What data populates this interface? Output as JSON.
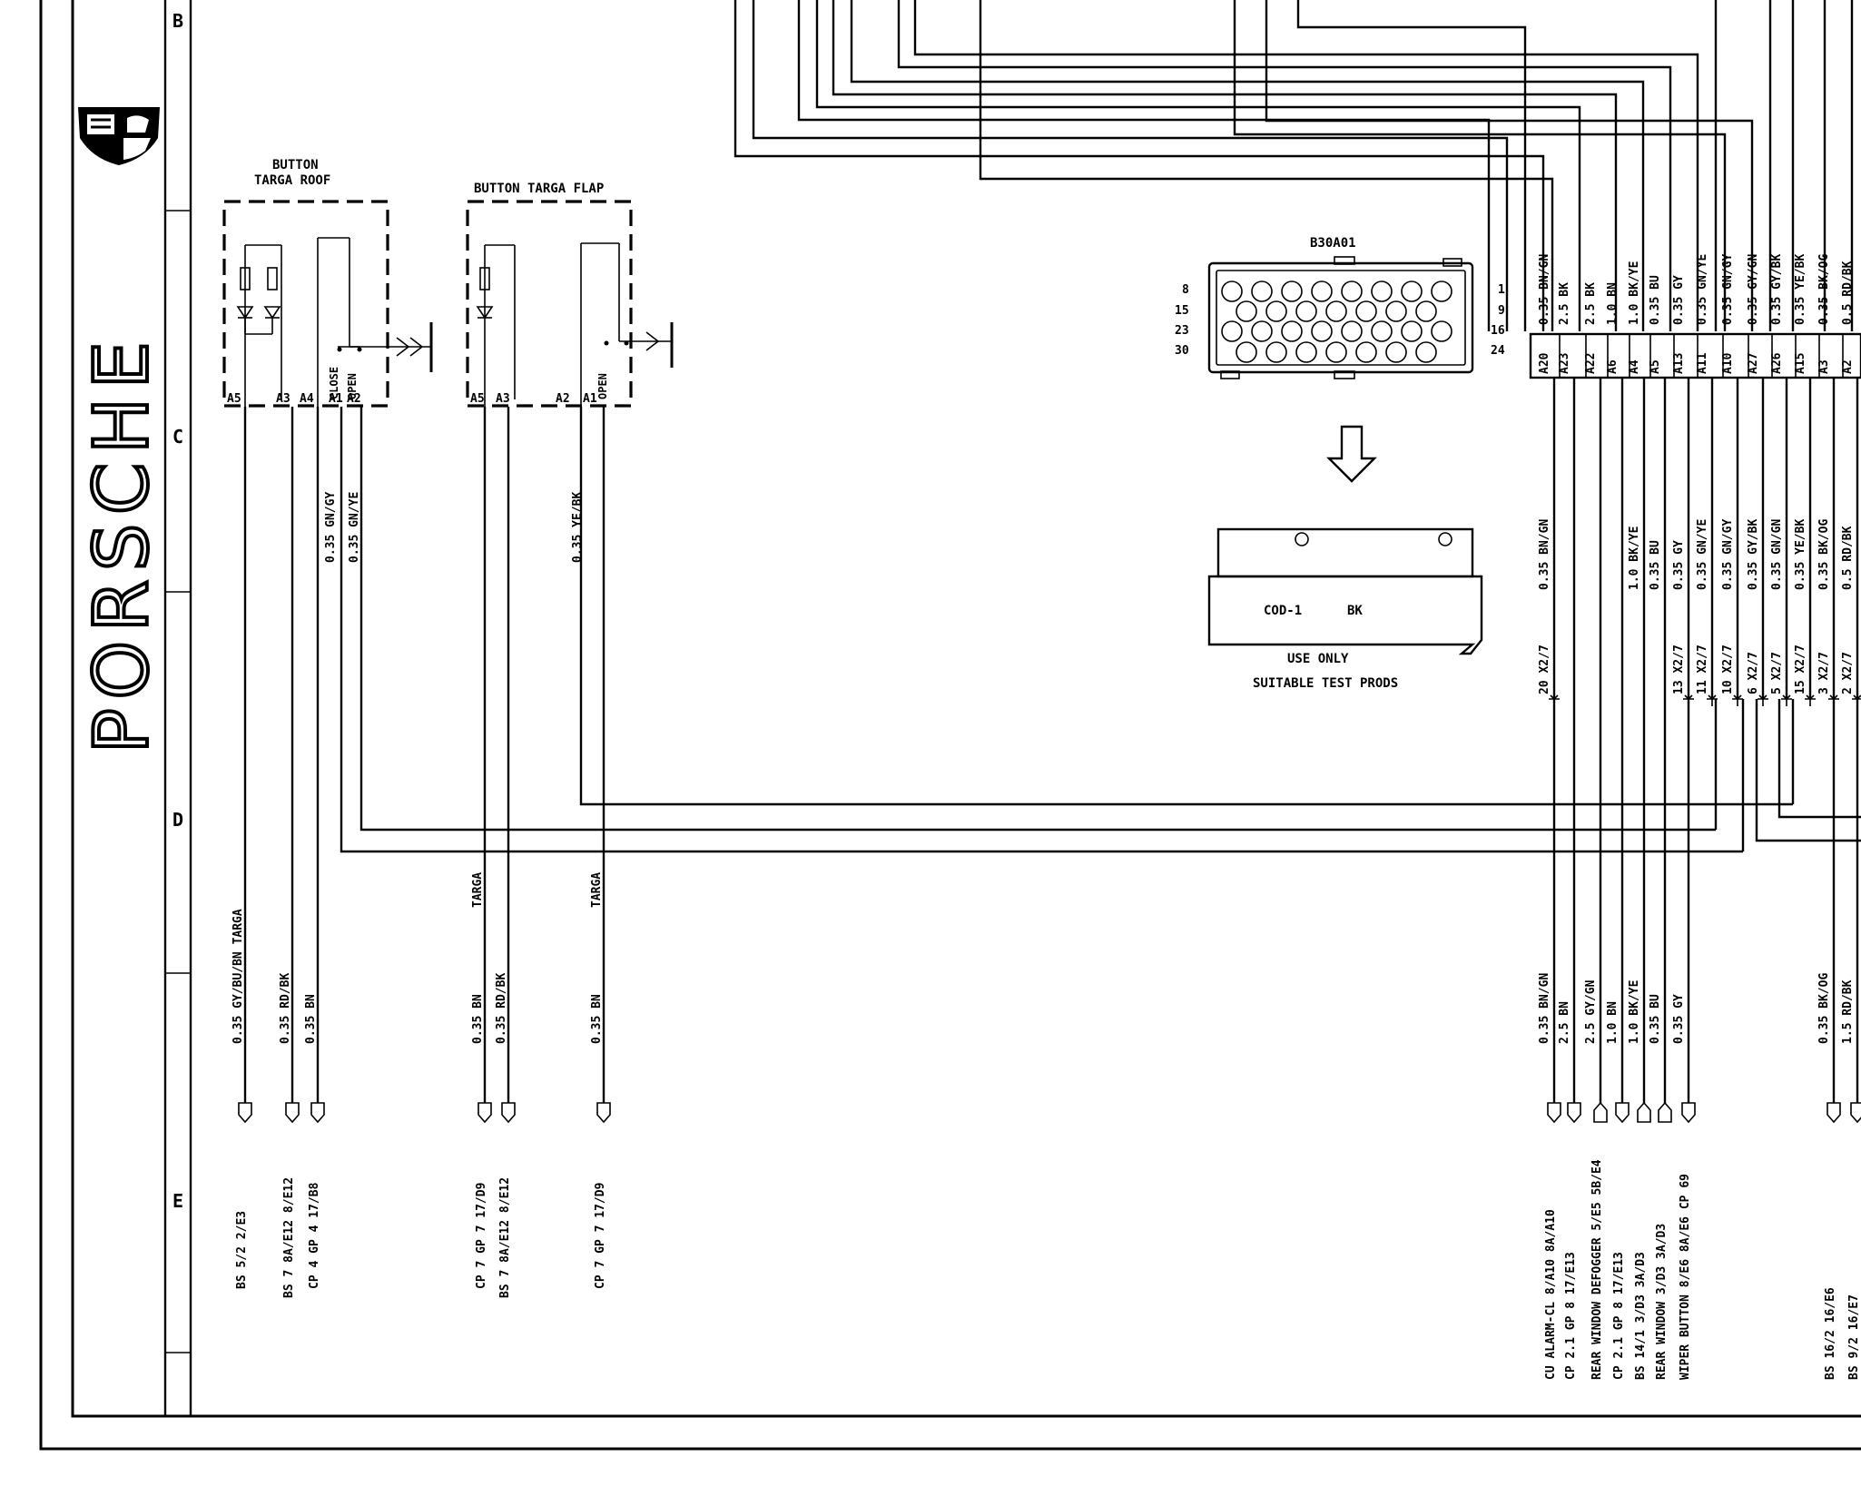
{
  "brand": {
    "logo_text": "PORSCHE"
  },
  "grid_rows": [
    "B",
    "C",
    "D",
    "E"
  ],
  "components": {
    "targa_roof_button": {
      "title_line1": "BUTTON",
      "title_line2": "TARGA ROOF",
      "pins": [
        "A5",
        "A3",
        "A4",
        "A1",
        "A2"
      ],
      "positions": [
        "CLOSE",
        "OPEN"
      ]
    },
    "targa_flap_button": {
      "title": "BUTTON TARGA FLAP",
      "pins": [
        "A5",
        "A3",
        "A2",
        "A1"
      ],
      "position": "OPEN"
    },
    "connector": {
      "name": "B30A01",
      "left_pins": [
        "8",
        "15",
        "23",
        "30"
      ],
      "right_pins": [
        "1",
        "9",
        "16",
        "24"
      ]
    },
    "test_plug": {
      "code": "COD-1",
      "color": "BK",
      "note_line1": "USE ONLY",
      "note_line2": "SUITABLE TEST PRODS"
    }
  },
  "wires_left": [
    {
      "mid_upper": "",
      "mid_lower": "",
      "bottom": "0.35 GY/BU/BN TARGA",
      "dest": "BS 5/2   2/E3"
    },
    {
      "mid_upper": "",
      "mid_lower": "",
      "bottom": "0.35 RD/BK",
      "dest": "BS 7 8A/E12 8/E12"
    },
    {
      "mid_upper": "0.35 GN/GY",
      "mid_lower": "",
      "bottom": "0.35 BN",
      "dest": "CP 4 GP 4  17/B8"
    },
    {
      "mid_upper": "0.35 GN/YE",
      "mid_lower": "",
      "bottom": "",
      "dest": ""
    },
    {
      "mid_upper": "",
      "mid_lower": "TARGA",
      "bottom": "0.35 BN",
      "dest": "CP 7 GP 7  17/D9"
    },
    {
      "mid_upper": "",
      "mid_lower": "",
      "bottom": "0.35 RD/BK",
      "dest": "BS 7 8A/E12 8/E12"
    },
    {
      "mid_upper": "0.35 YE/BK",
      "mid_lower": "TARGA",
      "bottom": "0.35 BN",
      "dest": "CP 7 GP 7  17/D9"
    }
  ],
  "connector_pins": [
    {
      "wire_top": "0.35 BN/GN",
      "pin": "A20",
      "wire_mid": "0.35 BN/GN",
      "jack": "20 X2/7",
      "wire_bottom": "0.35 BN/GN",
      "dest": "CU ALARM-CL   8/A10 8A/A10"
    },
    {
      "wire_top": "2.5 BK",
      "pin": "A23",
      "wire_mid": "",
      "jack": "",
      "wire_bottom": "2.5 BN",
      "dest": "CP 2.1 GP 8  17/E13"
    },
    {
      "wire_top": "2.5 BK",
      "pin": "A22",
      "wire_mid": "",
      "jack": "",
      "wire_bottom": "2.5 GY/GN",
      "dest": "REAR WINDOW DEFOGGER  5/E5 5B/E4"
    },
    {
      "wire_top": "1.0 BN",
      "pin": "A6",
      "wire_mid": "",
      "jack": "",
      "wire_bottom": "1.0 BN",
      "dest": "CP 2.1 GP 8     17/E13"
    },
    {
      "wire_top": "1.0 BK/YE",
      "pin": "A4",
      "wire_mid": "1.0 BK/YE",
      "jack": "",
      "wire_bottom": "1.0 BK/YE",
      "dest": "BS 14/1  3/D3 3A/D3"
    },
    {
      "wire_top": "0.35 BU",
      "pin": "A5",
      "wire_mid": "0.35 BU",
      "jack": "",
      "wire_bottom": "0.35 BU",
      "dest": "REAR WINDOW 3/D3 3A/D3"
    },
    {
      "wire_top": "0.35 GY",
      "pin": "A13",
      "wire_mid": "0.35 GY",
      "jack": "13 X2/7",
      "wire_bottom": "0.35 GY",
      "dest": "WIPER BUTTON 8/E6 8A/E6 CP 69"
    },
    {
      "wire_top": "0.35 GN/YE",
      "pin": "A11",
      "wire_mid": "0.35 GN/YE",
      "jack": "11 X2/7",
      "wire_bottom": "",
      "dest": ""
    },
    {
      "wire_top": "0.35 GN/GY",
      "pin": "A10",
      "wire_mid": "0.35 GN/GY",
      "jack": "10 X2/7",
      "wire_bottom": "",
      "dest": ""
    },
    {
      "wire_top": "0.35 GY/GN",
      "pin": "A27",
      "wire_mid": "0.35 GY/BK",
      "jack": "6 X2/7",
      "wire_bottom": "",
      "dest": ""
    },
    {
      "wire_top": "0.35 GY/BK",
      "pin": "A26",
      "wire_mid": "0.35 GN/GN",
      "jack": "5 X2/7",
      "wire_bottom": "",
      "dest": ""
    },
    {
      "wire_top": "0.35 YE/BK",
      "pin": "A15",
      "wire_mid": "0.35 YE/BK",
      "jack": "15 X2/7",
      "wire_bottom": "",
      "dest": ""
    },
    {
      "wire_top": "0.35 BK/OG",
      "pin": "A3",
      "wire_mid": "0.35 BK/OG",
      "jack": "3 X2/7",
      "wire_bottom": "0.35 BK/OG",
      "dest": "BS 16/2   16/E6"
    },
    {
      "wire_top": "0.5 RD/BK",
      "pin": "A2",
      "wire_mid": "0.5 RD/BK",
      "jack": "2 X2/7",
      "wire_bottom": "1.5 RD/BK",
      "dest": "BS 9/2   16/E7"
    }
  ],
  "colors": {
    "ink": "#000000",
    "paper": "#ffffff"
  }
}
